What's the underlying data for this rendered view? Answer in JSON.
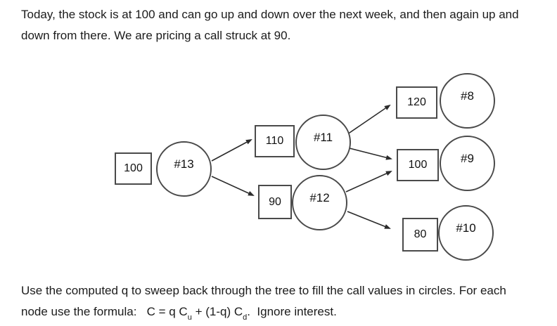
{
  "page": {
    "background": "#ffffff",
    "text_color": "#1b1b1b",
    "shape_stroke": "#4a4a4a"
  },
  "intro": {
    "line1": "Today, the stock is at 100 and can go up and down over the next week, and then again up and",
    "line2": "down from there. We are pricing a call struck at 90."
  },
  "tree": {
    "nodes": [
      {
        "id": "root",
        "price": "100",
        "call_label": "#13"
      },
      {
        "id": "up",
        "price": "110",
        "call_label": "#11"
      },
      {
        "id": "down",
        "price": "90",
        "call_label": "#12"
      },
      {
        "id": "up-up",
        "price": "120",
        "call_label": "#8"
      },
      {
        "id": "up-down",
        "price": "100",
        "call_label": "#9"
      },
      {
        "id": "down-down",
        "price": "80",
        "call_label": "#10"
      }
    ]
  },
  "footer": {
    "line1": "Use the computed q to sweep back through the tree to fill the call values in circles. For each",
    "formula": {
      "prefix": "node use the formula:   C = q C",
      "sub_u": "u",
      "mid": " + (1-q) C",
      "sub_d": "d",
      "suffix": ".  Ignore interest."
    }
  }
}
